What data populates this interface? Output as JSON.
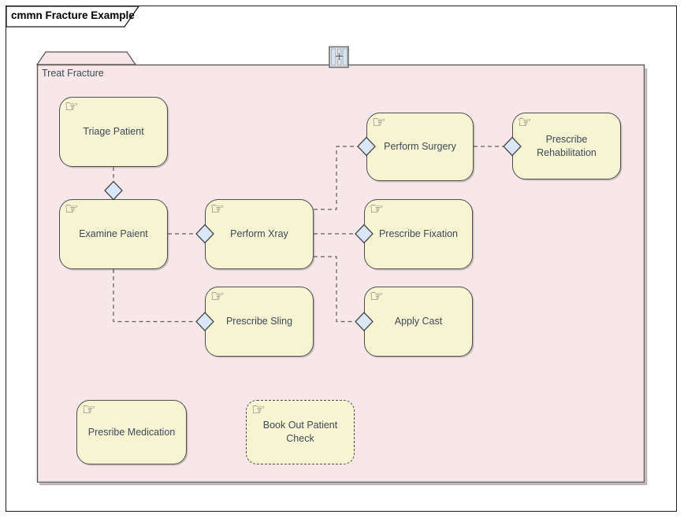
{
  "diagram": {
    "frame_title": "cmmn Fracture Example",
    "stage": {
      "label": "Treat Fracture"
    }
  },
  "icons": {
    "human_task_hand": "☞",
    "stage_expand_marker": "window-grid"
  },
  "tasks": [
    {
      "label": "Triage Patient",
      "type": "human-task"
    },
    {
      "label": "Examine Paient",
      "type": "human-task"
    },
    {
      "label": "Perform Xray",
      "type": "human-task"
    },
    {
      "label": "Perform Surgery",
      "type": "human-task"
    },
    {
      "label": "Prescribe Rehabilitation",
      "type": "human-task"
    },
    {
      "label": "Prescribe Fixation",
      "type": "human-task"
    },
    {
      "label": "Prescribe Sling",
      "type": "human-task"
    },
    {
      "label": "Apply Cast",
      "type": "human-task"
    },
    {
      "label": "Presribe Medication",
      "type": "human-task"
    },
    {
      "label": "Book Out Patient Check",
      "type": "discretionary-human-task"
    }
  ],
  "connections": [
    {
      "from": "Triage Patient",
      "to": "Examine Paient",
      "via": "entry-criterion"
    },
    {
      "from": "Examine Paient",
      "to": "Perform Xray",
      "via": "entry-criterion"
    },
    {
      "from": "Examine Paient",
      "to": "Prescribe Sling",
      "via": "entry-criterion"
    },
    {
      "from": "Perform Xray",
      "to": "Perform Surgery",
      "via": "entry-criterion"
    },
    {
      "from": "Perform Xray",
      "to": "Prescribe Fixation",
      "via": "entry-criterion"
    },
    {
      "from": "Perform Xray",
      "to": "Apply Cast",
      "via": "entry-criterion"
    },
    {
      "from": "Perform Surgery",
      "to": "Prescribe Rehabilitation",
      "via": "entry-criterion"
    }
  ],
  "colors": {
    "stage_fill": "#f7e7e9",
    "task_fill": "#f7f4d3",
    "sentry_fill": "#d9e7f8",
    "border": "#4e4e4e",
    "text": "#3d4b57"
  }
}
